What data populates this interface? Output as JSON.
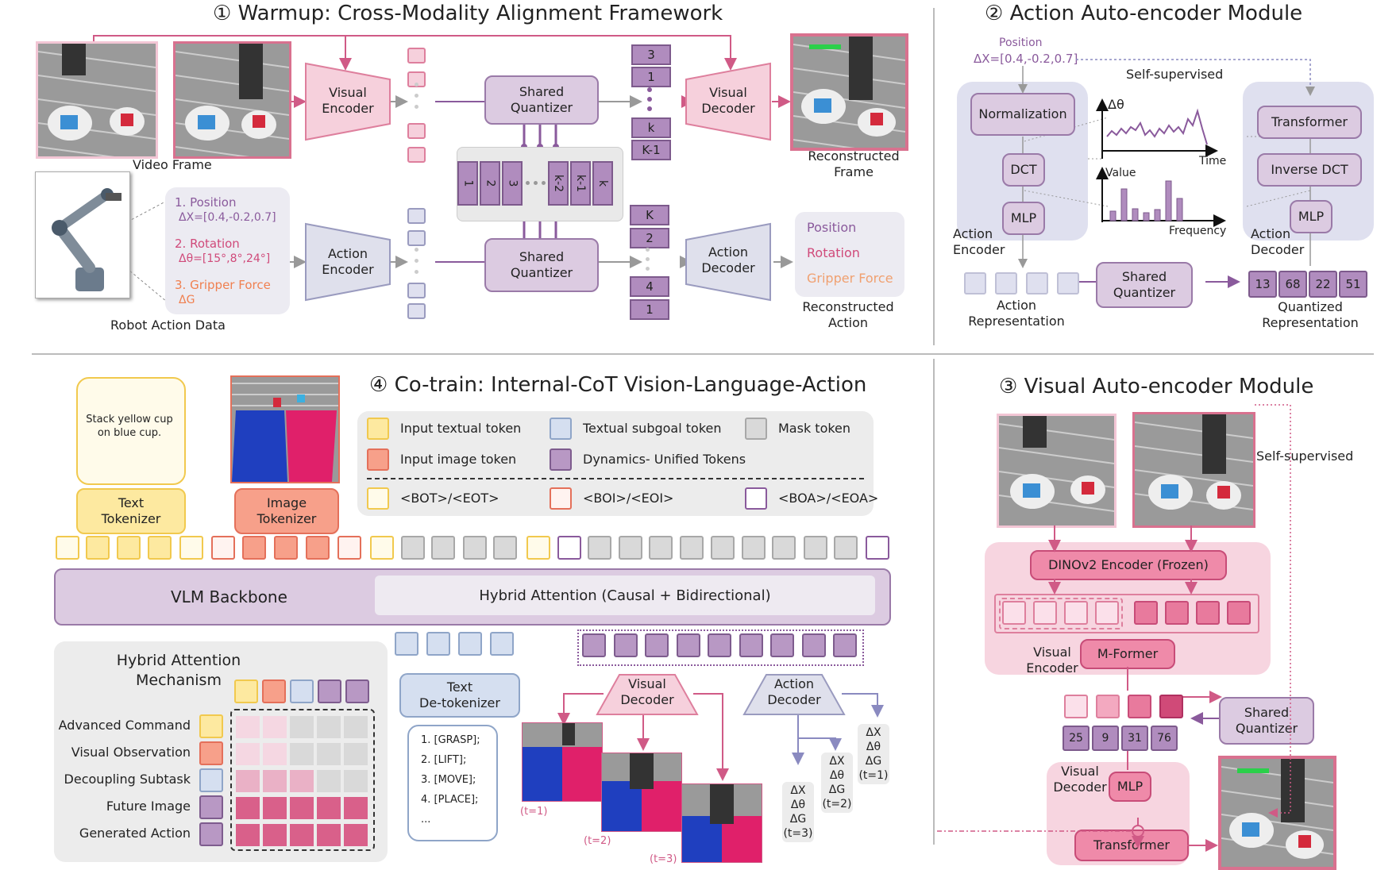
{
  "panel1": {
    "title": "① Warmup: Cross-Modality Alignment Framework",
    "video_frame_label": "Video Frame",
    "robot_action_label": "Robot Action Data",
    "visual_encoder": "Visual\nEncoder",
    "shared_quantizer_top": "Shared\nQuantizer",
    "visual_decoder": "Visual\nDecoder",
    "reconstructed_frame": "Reconstructed\nFrame",
    "action_encoder": "Action\nEncoder",
    "shared_quantizer_bottom": "Shared\nQuantizer",
    "action_decoder": "Action\nDecoder",
    "reconstructed_action": "Reconstructed\nAction",
    "codebook": [
      "1",
      "2",
      "3",
      "k-2",
      "k-1",
      "k"
    ],
    "top_codes": [
      "3",
      "1",
      "k",
      "K-1"
    ],
    "bottom_codes": [
      "K",
      "2",
      "4",
      "1"
    ],
    "action_items": [
      {
        "title": "1. Position",
        "value": "ΔX=[0.4,-0.2,0.7]",
        "color": "#8a5a9c"
      },
      {
        "title": "2. Rotation",
        "value": "Δθ=[15°,8°,24°]",
        "color": "#d04a7a"
      },
      {
        "title": "3. Gripper Force",
        "value": "ΔG",
        "color": "#f08050"
      }
    ],
    "recon_items": [
      {
        "label": "Position",
        "color": "#8a5a9c"
      },
      {
        "label": "Rotation",
        "color": "#d04a7a"
      },
      {
        "label": "Gripper Force",
        "color": "#f0a070"
      }
    ]
  },
  "panel2": {
    "title": "② Action Auto-encoder Module",
    "position_label": "Position",
    "position_value": "ΔX=[0.4,-0.2,0.7]",
    "self_supervised": "Self-supervised",
    "normalization": "Normalization",
    "dct": "DCT",
    "mlp_enc": "MLP",
    "action_encoder": "Action\nEncoder",
    "transformer": "Transformer",
    "inverse_dct": "Inverse DCT",
    "mlp_dec": "MLP",
    "action_decoder": "Action\nDecoder",
    "plot1_ylabel": "Δθ",
    "plot1_xlabel": "Time",
    "plot2_ylabel": "Value",
    "plot2_xlabel": "Frequency",
    "action_representation": "Action\nRepresentation",
    "shared_quantizer": "Shared\nQuantizer",
    "quantized_codes": [
      "13",
      "68",
      "22",
      "51"
    ],
    "quantized_representation": "Quantized\nRepresentation"
  },
  "panel3": {
    "title": "③ Visual Auto-encoder Module",
    "self_supervised": "Self-supervised",
    "dino": "DINOv2 Encoder (Frozen)",
    "mformer": "M-Former",
    "visual_encoder": "Visual\nEncoder",
    "shared_quantizer": "Shared\nQuantizer",
    "codes": [
      "25",
      "9",
      "31",
      "76"
    ],
    "visual_decoder": "Visual\nDecoder",
    "mlp": "MLP",
    "transformer": "Transformer"
  },
  "panel4": {
    "title": "④ Co-train: Internal-CoT Vision-Language-Action",
    "instruction": "Stack yellow cup\non blue cup.",
    "text_tokenizer": "Text\nTokenizer",
    "image_tokenizer": "Image\nTokenizer",
    "legend": [
      {
        "label": "Input textual token",
        "fill": "#fde9a0",
        "stroke": "#f1c94e"
      },
      {
        "label": "Textual subgoal token",
        "fill": "#d5dff0",
        "stroke": "#8fa5c8"
      },
      {
        "label": "Mask token",
        "fill": "#d9d9d9",
        "stroke": "#a8a8a8"
      },
      {
        "label": "Input image token",
        "fill": "#f7a08a",
        "stroke": "#e4705a"
      },
      {
        "label": "Dynamics- Unified Tokens",
        "fill": "#b898c4",
        "stroke": "#7e5c8e"
      },
      {
        "label": "<BOT>/<EOT>",
        "fill": "#fffbea",
        "stroke": "#f1c94e"
      },
      {
        "label": "<BOI>/<EOI>",
        "fill": "#fff3f0",
        "stroke": "#e4705a"
      },
      {
        "label": "<BOA>/<EOA>",
        "fill": "#ffffff",
        "stroke": "#8a5a9c"
      }
    ],
    "vlm_backbone": "VLM Backbone",
    "hybrid_attention": "Hybrid Attention (Causal + Bidirectional)",
    "mechanism_title": "Hybrid Attention\nMechanism",
    "mechanism_rows": [
      "Advanced Command",
      "Visual Observation",
      "Decoupling Subtask",
      "Future Image",
      "Generated Action"
    ],
    "text_detokenizer": "Text\nDe-tokenizer",
    "subtasks": [
      "1. [GRASP];",
      "2. [LIFT];",
      "3. [MOVE];",
      "4. [PLACE];",
      "..."
    ],
    "visual_decoder": "Visual\nDecoder",
    "action_decoder": "Action\nDecoder",
    "time_labels": [
      "(t=1)",
      "(t=2)",
      "(t=3)"
    ],
    "action_outputs": [
      {
        "lines": "ΔX\nΔθ\nΔG\n(t=3)"
      },
      {
        "lines": "ΔX\nΔθ\nΔG\n(t=2)"
      },
      {
        "lines": "ΔX\nΔθ\nΔG\n(t=1)"
      }
    ]
  }
}
